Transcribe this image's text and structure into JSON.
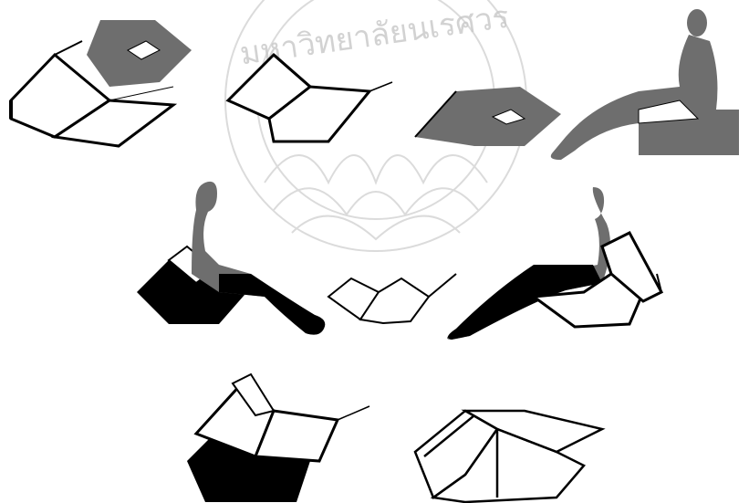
{
  "watermark": {
    "text": "มหาวิทยาลัยนเรศวร",
    "color": "#bdbdbd"
  },
  "colors": {
    "ink": "#000000",
    "gray_fill": "#6e6e6e",
    "figure_gray": "#6e6e6e",
    "background": "#ffffff"
  },
  "panels": [
    {
      "name": "folded-cube-open-gray",
      "icon": "chair-module-icon"
    },
    {
      "name": "folded-cube-outline",
      "icon": "chair-module-icon"
    },
    {
      "name": "folded-cube-gray-with-figure",
      "icon": "seated-figure-icon"
    },
    {
      "name": "figure-seated-black-left",
      "icon": "seated-figure-icon"
    },
    {
      "name": "folded-cube-outline-small",
      "icon": "chair-module-icon"
    },
    {
      "name": "figure-seated-black-right",
      "icon": "seated-figure-icon"
    },
    {
      "name": "folded-cube-black-bottom",
      "icon": "chair-module-icon"
    },
    {
      "name": "folded-cube-flat-outline",
      "icon": "chair-module-icon"
    }
  ]
}
